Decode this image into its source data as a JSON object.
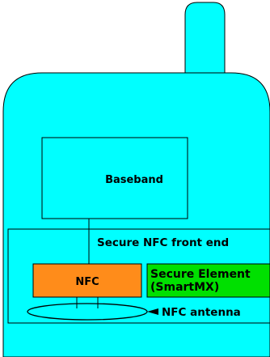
{
  "diagram": {
    "baseband_label": "Baseband",
    "secure_front_end_label": "Secure NFC front end",
    "nfc_label": "NFC",
    "secure_element_line1": "Secure Element",
    "secure_element_line2": "(SmartMX)",
    "antenna_label": "NFC antenna"
  },
  "colors": {
    "phone_body": "#00ffff",
    "nfc_block": "#ff8c1a",
    "secure_element_block": "#00e000",
    "outline": "#000000"
  }
}
